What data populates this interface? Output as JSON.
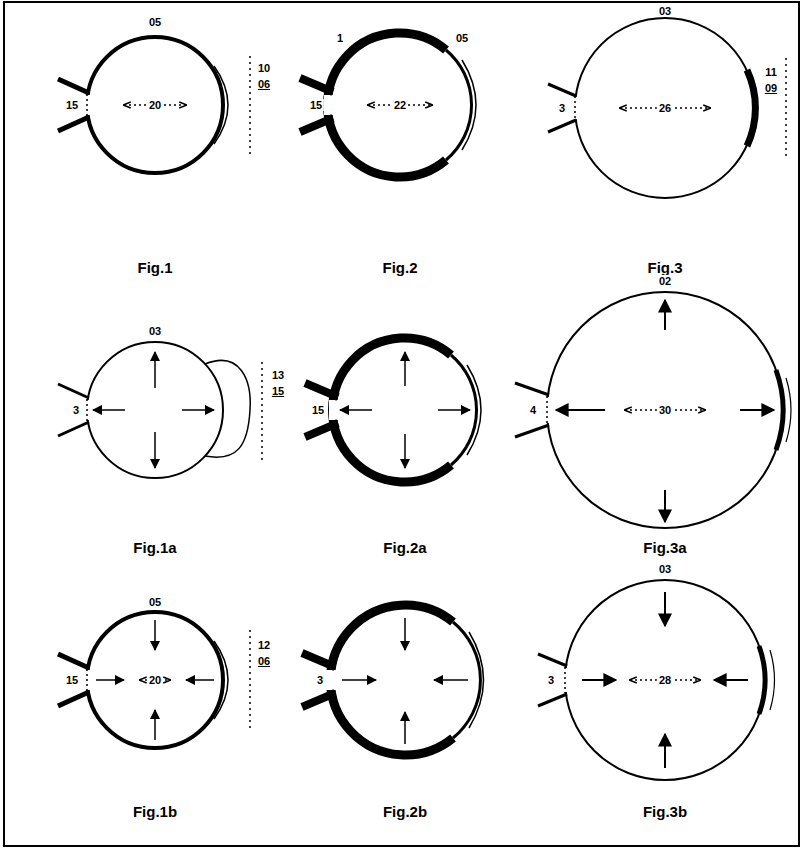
{
  "diagram": {
    "labels": [
      "05",
      "15",
      "20",
      "10",
      "06",
      "1",
      "05",
      "15",
      "22",
      "03",
      "3",
      "26",
      "11",
      "09",
      "Fig.1",
      "Fig.2",
      "Fig.3",
      "03",
      "3",
      "13",
      "15",
      "15",
      "02",
      "4",
      "30",
      "Fig.1a",
      "Fig.2a",
      "Fig.3a",
      "05",
      "15",
      "20",
      "12",
      "06",
      "3",
      "03",
      "3",
      "28",
      "Fig.1b",
      "Fig.2b",
      "Fig.3b"
    ]
  }
}
